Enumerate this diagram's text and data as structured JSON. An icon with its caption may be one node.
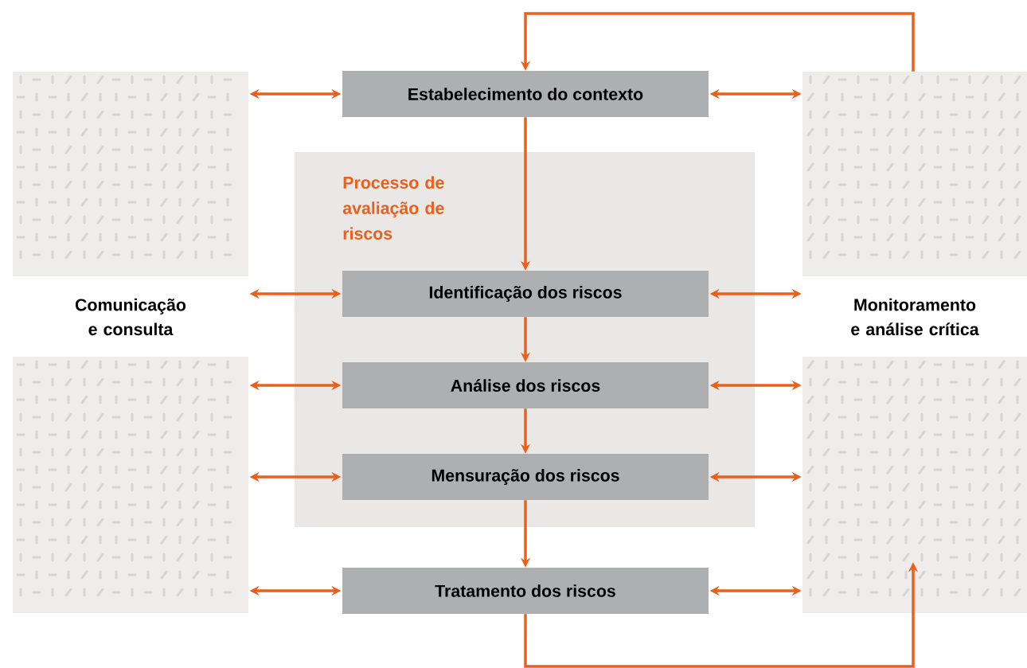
{
  "diagram": {
    "nodes": [
      {
        "text": [
          "Comunicação e consulta"
        ]
      },
      {
        "text": [
          "Estabelecimento do contexto"
        ]
      },
      {
        "text": [
          "Processo de avaliação de riscos"
        ]
      },
      {
        "text": [
          "Identificação dos riscos"
        ],
        "in": 2
      },
      {
        "text": [
          "Análise dos riscos"
        ],
        "in": 2
      },
      {
        "text": [
          "Mensuração dos riscos"
        ],
        "in": 2
      },
      {
        "text": [
          "Tratamento dos riscos"
        ]
      },
      {
        "text": [
          "Monitoramento e análise crítica"
        ]
      }
    ],
    "edges": [
      {
        "from": 0,
        "to": 1,
        "arrow": "both"
      },
      {
        "from": 0,
        "to": 3,
        "arrow": "both"
      },
      {
        "from": 0,
        "to": 4,
        "arrow": "both"
      },
      {
        "from": 0,
        "to": 5,
        "arrow": "both"
      },
      {
        "from": 0,
        "to": 6,
        "arrow": "both"
      },
      {
        "from": 1,
        "to": 7,
        "arrow": "both"
      },
      {
        "from": 3,
        "to": 7,
        "arrow": "both"
      },
      {
        "from": 4,
        "to": 7,
        "arrow": "both"
      },
      {
        "from": 5,
        "to": 7,
        "arrow": "both"
      },
      {
        "from": 6,
        "to": 7,
        "arrow": "both"
      },
      {
        "from": 1,
        "to": 3,
        "arrow": "to"
      },
      {
        "from": 3,
        "to": 4,
        "arrow": "to"
      },
      {
        "from": 4,
        "to": 5,
        "arrow": "to"
      },
      {
        "from": 5,
        "to": 6,
        "arrow": "to"
      },
      {
        "from": 7,
        "to": 1,
        "arrow": "to"
      },
      {
        "from": 6,
        "to": 7,
        "arrow": "to"
      }
    ]
  }
}
